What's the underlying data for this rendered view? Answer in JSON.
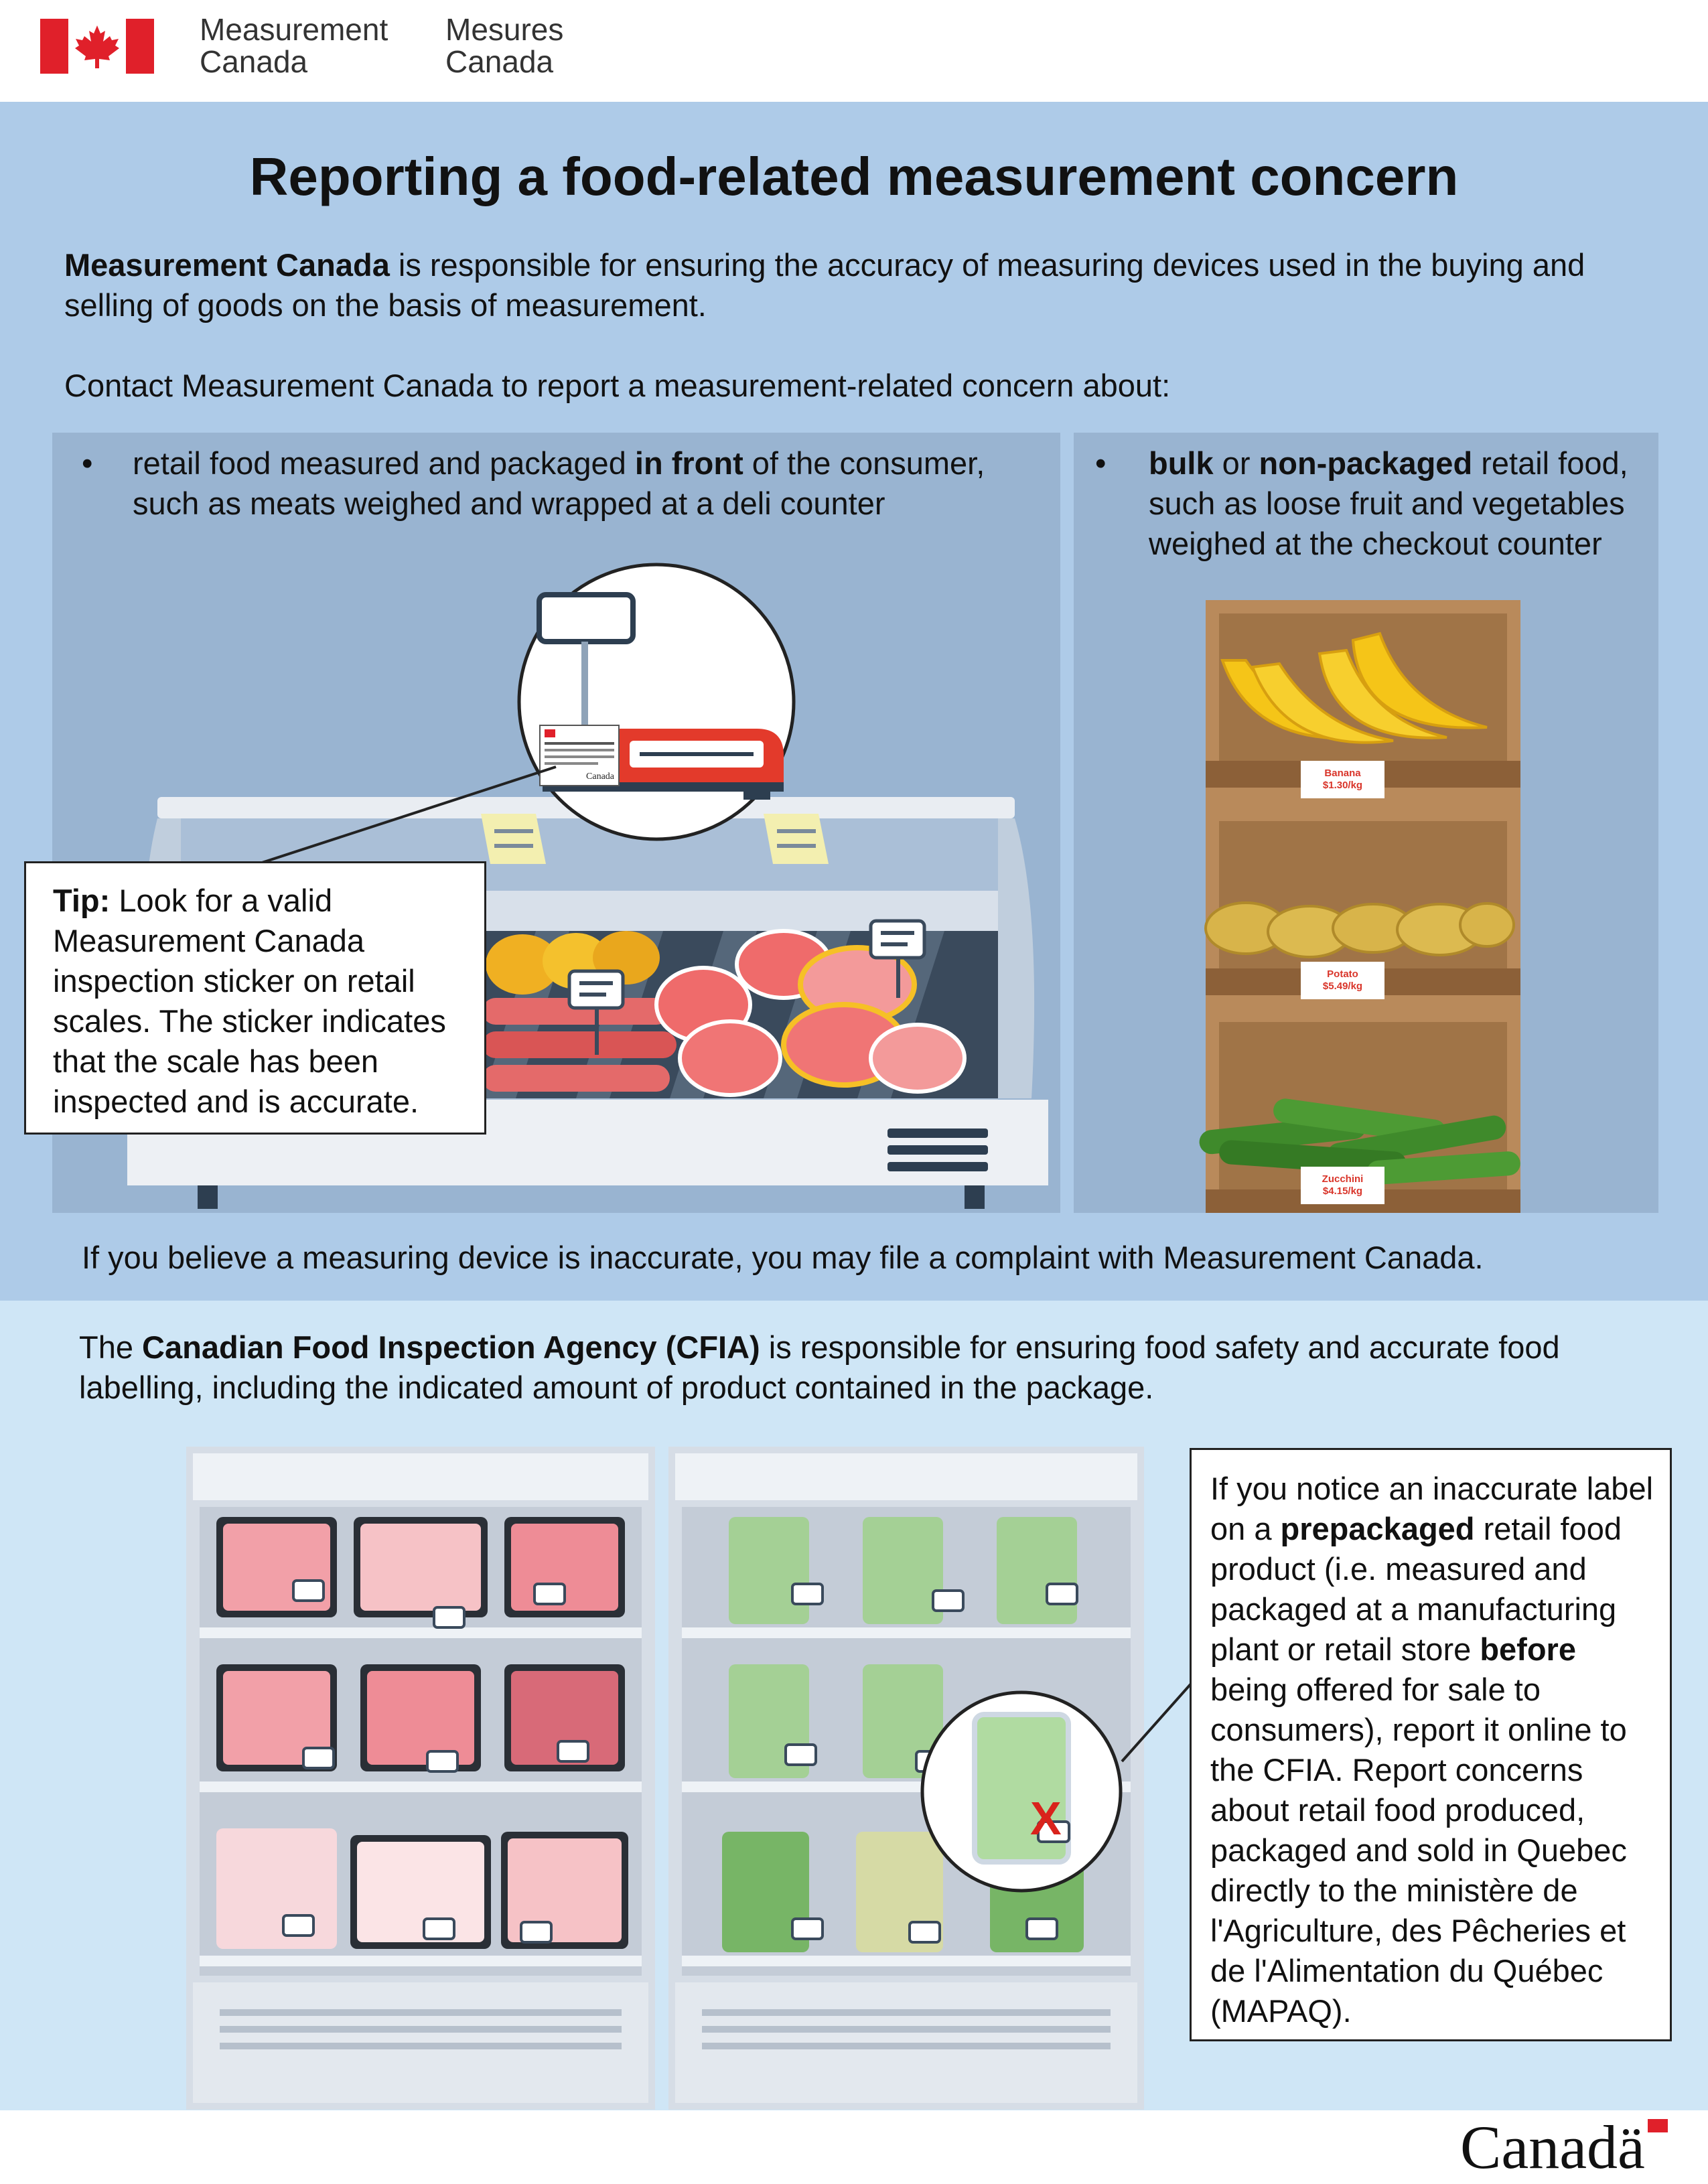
{
  "header": {
    "org_en_line1": "Measurement",
    "org_en_line2": "Canada",
    "org_fr_line1": "Mesures",
    "org_fr_line2": "Canada"
  },
  "title": "Reporting a food-related measurement concern",
  "intro": {
    "org_name": "Measurement Canada",
    "text": " is responsible for ensuring the accuracy of measuring devices used in the buying and selling of goods on the basis of measurement."
  },
  "contact_line": "Contact Measurement Canada to report a measurement-related concern about:",
  "bullet_left": {
    "part1": "retail food measured and packaged ",
    "bold": "in front",
    "part2": " of the consumer, such as meats weighed and wrapped at a deli counter"
  },
  "bullet_right": {
    "bold1": "bulk",
    "part1": " or ",
    "bold2": "non-packaged",
    "part2": " retail food, such as loose fruit and vegetables weighed at the checkout counter"
  },
  "tip": {
    "label": "Tip:",
    "text": " Look for a valid Measurement Canada inspection sticker on retail scales. The sticker indicates that the scale has been inspected and is accurate."
  },
  "produce_labels": [
    {
      "name": "Banana",
      "price": "$1.30/kg"
    },
    {
      "name": "Potato",
      "price": "$5.49/kg"
    },
    {
      "name": "Zucchini",
      "price": "$4.15/kg"
    }
  ],
  "sticker_word": "Canada",
  "complaint_line": "If you believe a measuring device is inaccurate, you may file a complaint with Measurement Canada.",
  "cfia_intro": {
    "part1": "The ",
    "bold": "Canadian Food Inspection Agency (CFIA)",
    "part2": " is responsible for ensuring food safety and accurate food labelling, including the indicated amount of product contained in the package."
  },
  "cfia_box": {
    "part1": "If you notice an inaccurate label on a ",
    "bold1": "prepackaged",
    "part2": " retail food product (i.e. measured and packaged at a manufacturing plant or retail store ",
    "bold2": "before",
    "part3": " being offered for sale to consumers), report it online to the CFIA. Report concerns about retail food produced, packaged and sold in Quebec directly to the ministère de l'Agriculture, des Pêcheries et de l'Alimentation du Québec (MAPAQ)."
  },
  "x_mark": "X",
  "footer_wordmark": "Canadä",
  "colors": {
    "flag_red": "#e0202a",
    "section1_bg": "#aecbe8",
    "panel_bg": "#99b4d1",
    "section2_bg": "#cfe6f6",
    "scale_red": "#e33a2b",
    "banana": "#f5c518",
    "potato": "#d8b44a",
    "zucchini": "#3f8a2b"
  }
}
